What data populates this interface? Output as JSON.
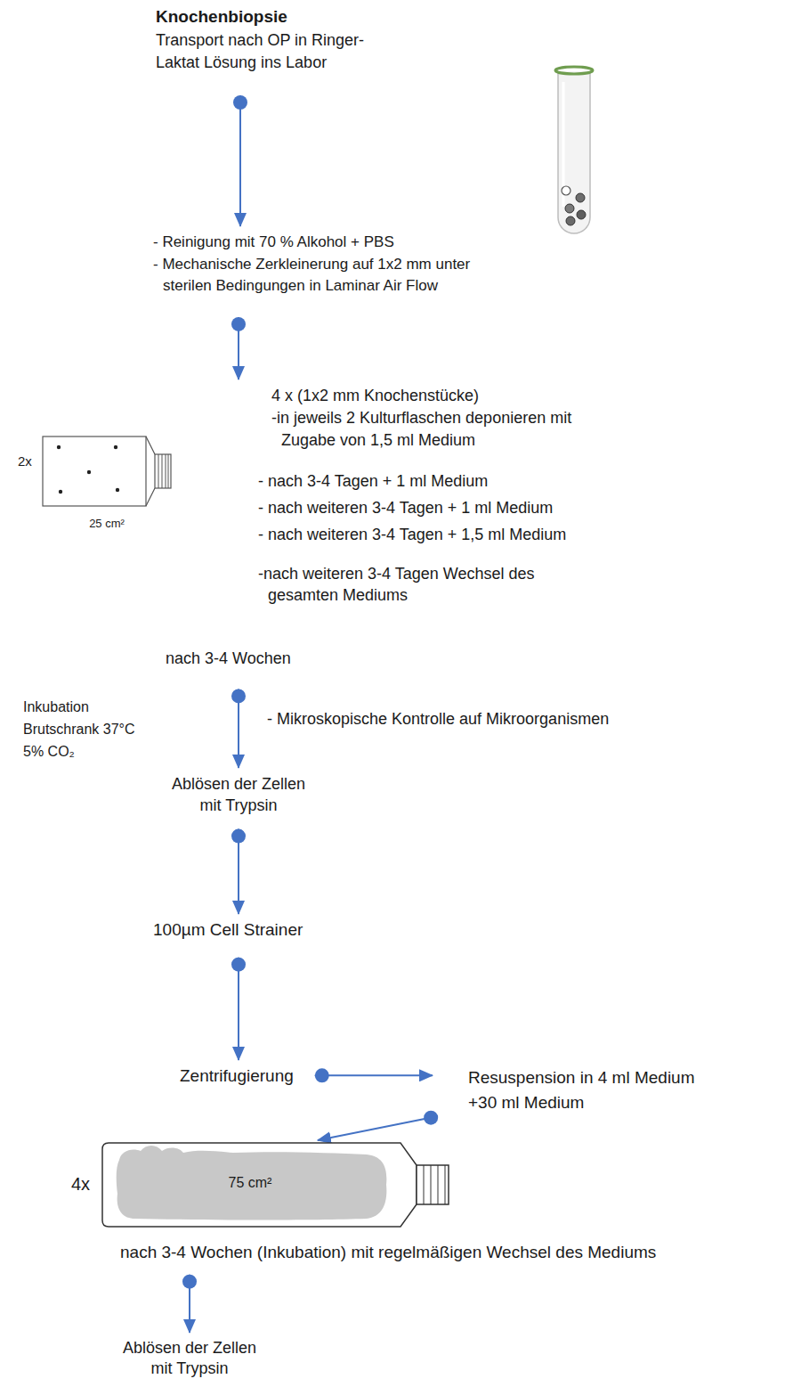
{
  "diagram": {
    "nodes": [
      {
        "text": [
          "Knochenbiopsie",
          "Transport nach OP in Ringer- Laktat Lösung ins Labor"
        ]
      },
      {
        "text": [
          "- Reinigung mit 70 % Alkohol + PBS",
          "- Mechanische Zerkleinerung auf 1x2 mm unter sterilen Bedingungen in Laminar Air Flow"
        ]
      },
      {
        "text": [
          "4 x (1x2 mm Knochenstücke)",
          "-in jeweils 2 Kulturflaschen deponieren mit Zugabe von 1,5 ml Medium"
        ]
      },
      {
        "text": [
          "25 cm²"
        ]
      },
      {
        "text": [
          "nach 3-4 Wochen"
        ]
      },
      {
        "text": [
          "Ablösen der Zellen mit Trypsin"
        ]
      },
      {
        "text": [
          "100µm Cell Strainer"
        ]
      },
      {
        "text": [
          "Zentrifugierung"
        ]
      },
      {
        "text": [
          "Resuspension in 4 ml Medium",
          "+30 ml Medium"
        ]
      },
      {
        "text": [
          "75 cm²"
        ]
      },
      {
        "text": [
          "nach 3-4 Wochen (Inkubation) mit regelmäßigen Wechsel des Mediums"
        ]
      },
      {
        "text": [
          "Ablösen der Zellen mit Trypsin"
        ]
      }
    ],
    "edges": [
      {
        "from": 0,
        "to": 1,
        "arrow": "to"
      },
      {
        "from": 1,
        "to": 2,
        "arrow": "to"
      },
      {
        "from": 4,
        "to": 5,
        "arrow": "to"
      },
      {
        "from": 5,
        "to": 6,
        "arrow": "to"
      },
      {
        "from": 6,
        "to": 7,
        "arrow": "to"
      },
      {
        "from": 7,
        "to": 8,
        "arrow": "to"
      },
      {
        "from": 8,
        "to": 9,
        "arrow": "to"
      },
      {
        "from": 10,
        "to": 11,
        "arrow": "to"
      }
    ],
    "labels": [
      "2x",
      "- nach 3-4 Tagen + 1 ml Medium",
      "- nach weiteren 3-4 Tagen + 1 ml Medium",
      "- nach weiteren 3-4 Tagen + 1,5 ml Medium",
      "-nach weiteren 3-4 Tagen Wechsel des gesamten Mediums",
      "Inkubation",
      "- Mikroskopische Kontrolle auf Mikroorganismen",
      "Brutschrank 37°C",
      "5% CO₂",
      "4x"
    ]
  }
}
